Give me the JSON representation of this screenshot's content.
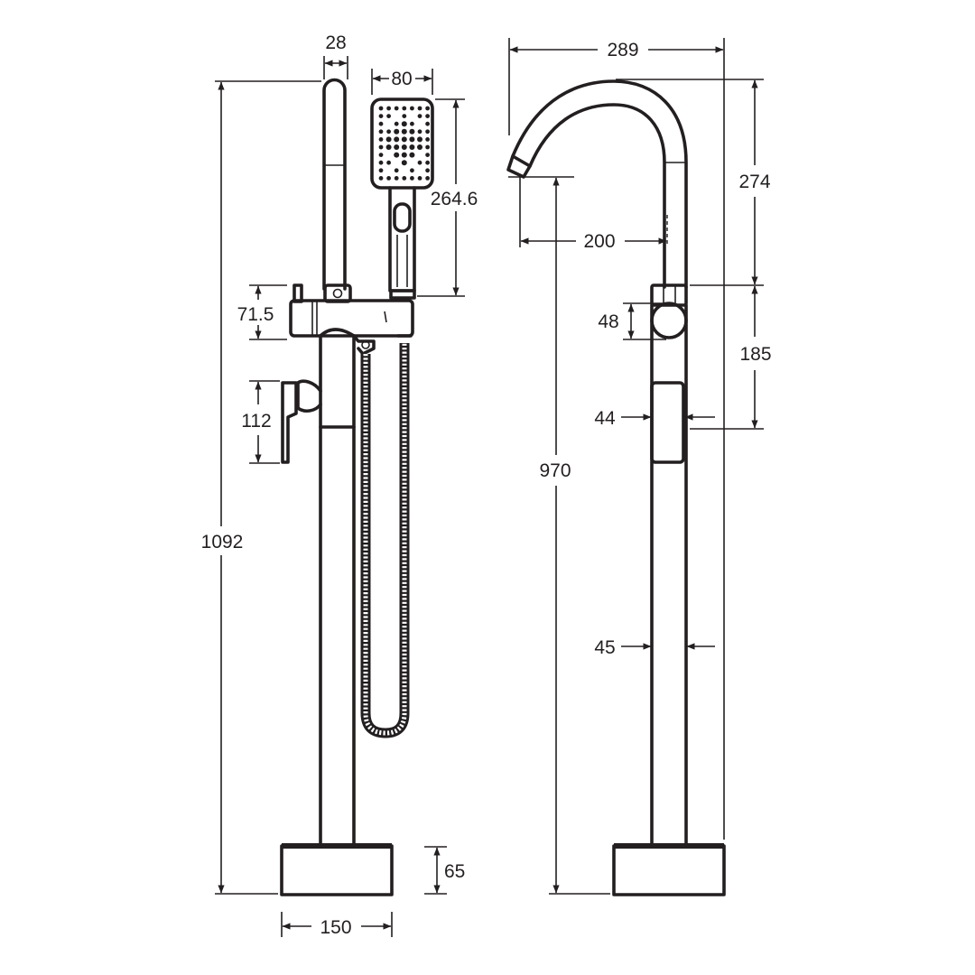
{
  "colors": {
    "line": "#231f20",
    "background": "#ffffff"
  },
  "left_view": {
    "handpiece_width": "28",
    "head_width": "80",
    "head_height": "264.6",
    "outlet_body_height": "71.5",
    "lever_height": "112",
    "total_height": "1092",
    "base_height": "65",
    "base_width": "150"
  },
  "right_view": {
    "spout_reach": "289",
    "spout_height": "274",
    "spout_inner_reach": "200",
    "outlet_height": "970",
    "collar_height": "48",
    "upper_section": "185",
    "button_width": "44",
    "column_diameter": "45"
  }
}
